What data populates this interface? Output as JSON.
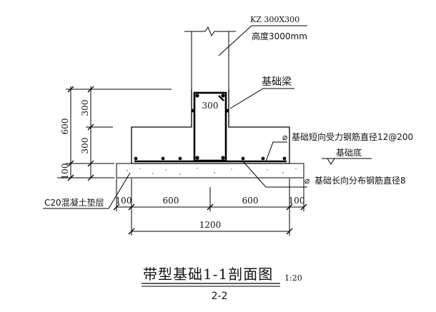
{
  "column": {
    "label": "KZ 300X300",
    "height_note": "高度3000mm"
  },
  "beam": {
    "label": "基础梁",
    "section_dim": "300"
  },
  "rebar_notes": {
    "short_direction": "基础短向受力钢筋直径12@200",
    "long_direction": "基础长向分布钢筋直径8",
    "rebar_symbol": "⌀"
  },
  "bottom_note": "基础底",
  "cushion_note": "C20混凝土垫层",
  "left_dims": {
    "total": "600",
    "upper": "300",
    "lower": "300",
    "cushion": "100"
  },
  "bottom_dims": {
    "left_ext": "100",
    "left": "600",
    "right": "600",
    "right_ext": "100",
    "total": "1200"
  },
  "title": {
    "main": "带型基础1-1剖面图",
    "scale": "1:20",
    "sub": "2-2"
  }
}
